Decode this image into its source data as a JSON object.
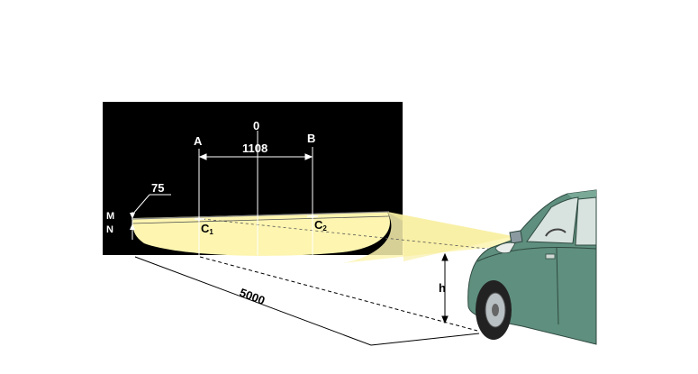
{
  "labels": {
    "zero": "0",
    "a": "A",
    "b": "B",
    "width": "1108",
    "offset": "75",
    "m": "M",
    "n": "N",
    "c1": "C",
    "c1_sub": "1",
    "c2": "C",
    "c2_sub": "2",
    "height": "h",
    "distance": "5000"
  },
  "colors": {
    "screen": "#000000",
    "beam": "#fdf5b0",
    "car_body": "#5f8f7e",
    "car_dark": "#3c5d50",
    "tire": "#222222"
  }
}
